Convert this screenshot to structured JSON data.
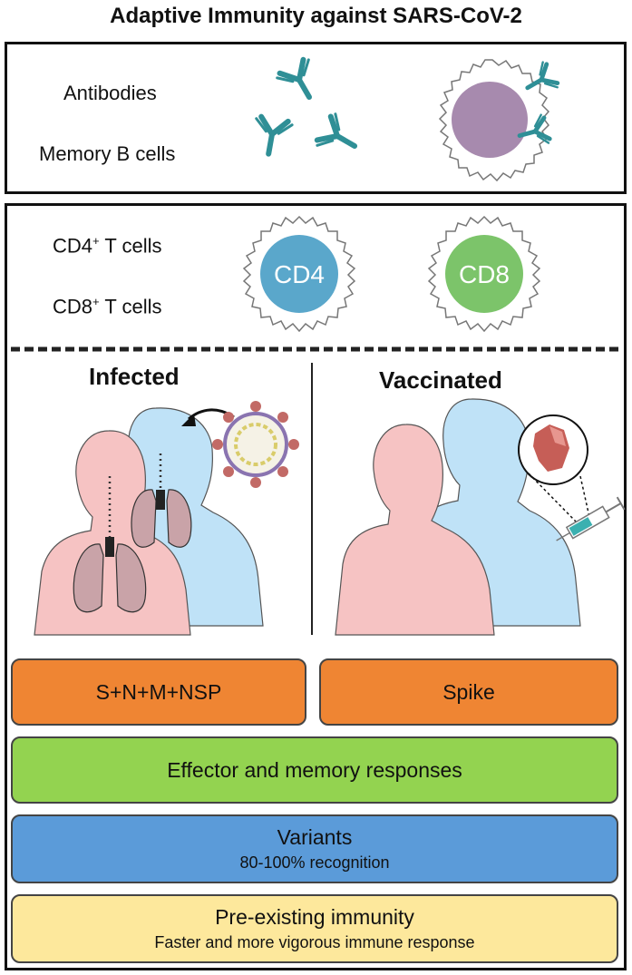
{
  "title": "Adaptive Immunity against SARS-CoV-2",
  "b_cell_panel": {
    "label_antibodies": "Antibodies",
    "label_memory_b": "Memory B cells"
  },
  "t_cell_panel": {
    "cd4_prefix": "CD4",
    "cd8_prefix": "CD8",
    "superscript": "+",
    "cells_suffix": " T cells",
    "cd4_badge": "CD4",
    "cd8_badge": "CD8"
  },
  "infected": {
    "heading": "Infected"
  },
  "vaccinated": {
    "heading": "Vaccinated"
  },
  "boxes": {
    "infected_antigens": "S+N+M+NSP",
    "vaccinated_antigens": "Spike",
    "effector": "Effector and memory responses",
    "variants_main": "Variants",
    "variants_sub": "80-100% recognition",
    "preexisting_main": "Pre-existing immunity",
    "preexisting_sub": "Faster and more vigorous immune response"
  },
  "colors": {
    "antibody": "#2f8f96",
    "b_cell_nucleus": "#a78aae",
    "cd4": "#5aa7cb",
    "cd8": "#7cc46a",
    "person_pink": "#f6c3c3",
    "person_blue": "#bfe2f7",
    "box_orange": "#ef8533",
    "box_green": "#93d350",
    "box_blue": "#5b9bd9",
    "box_yellow": "#fde89c"
  }
}
